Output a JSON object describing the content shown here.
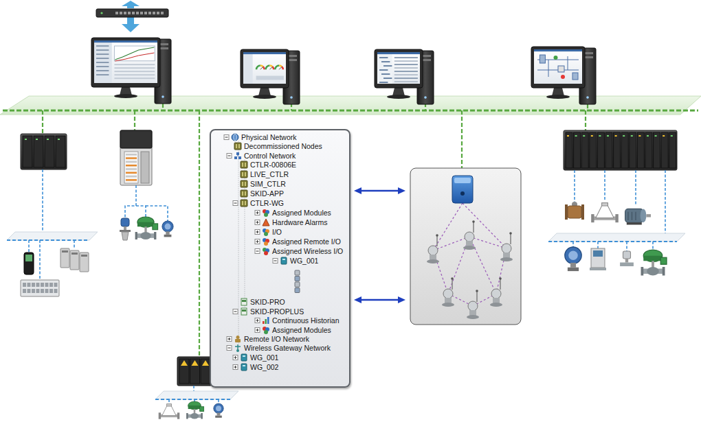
{
  "diagram": {
    "nodes": [
      {
        "text": [
          "Physical Network",
          "Decommissioned Nodes",
          "Control Network",
          "CTLR-00806E",
          "LIVE_CTLR",
          "SIM_CTLR",
          "SKID-APP",
          "CTLR-WG",
          "Assigned Modules",
          "Hardware Alarms",
          "I/O",
          "Assigned Remote I/O",
          "Assigned Wireless I/O",
          "WG_001",
          "SKID-PRO",
          "SKID-PROPLUS",
          "Continuous Historian",
          "Assigned Modules",
          "Remote I/O Network",
          "Wireless Gateway Network",
          "WG_001",
          "WG_002"
        ]
      }
    ]
  }
}
